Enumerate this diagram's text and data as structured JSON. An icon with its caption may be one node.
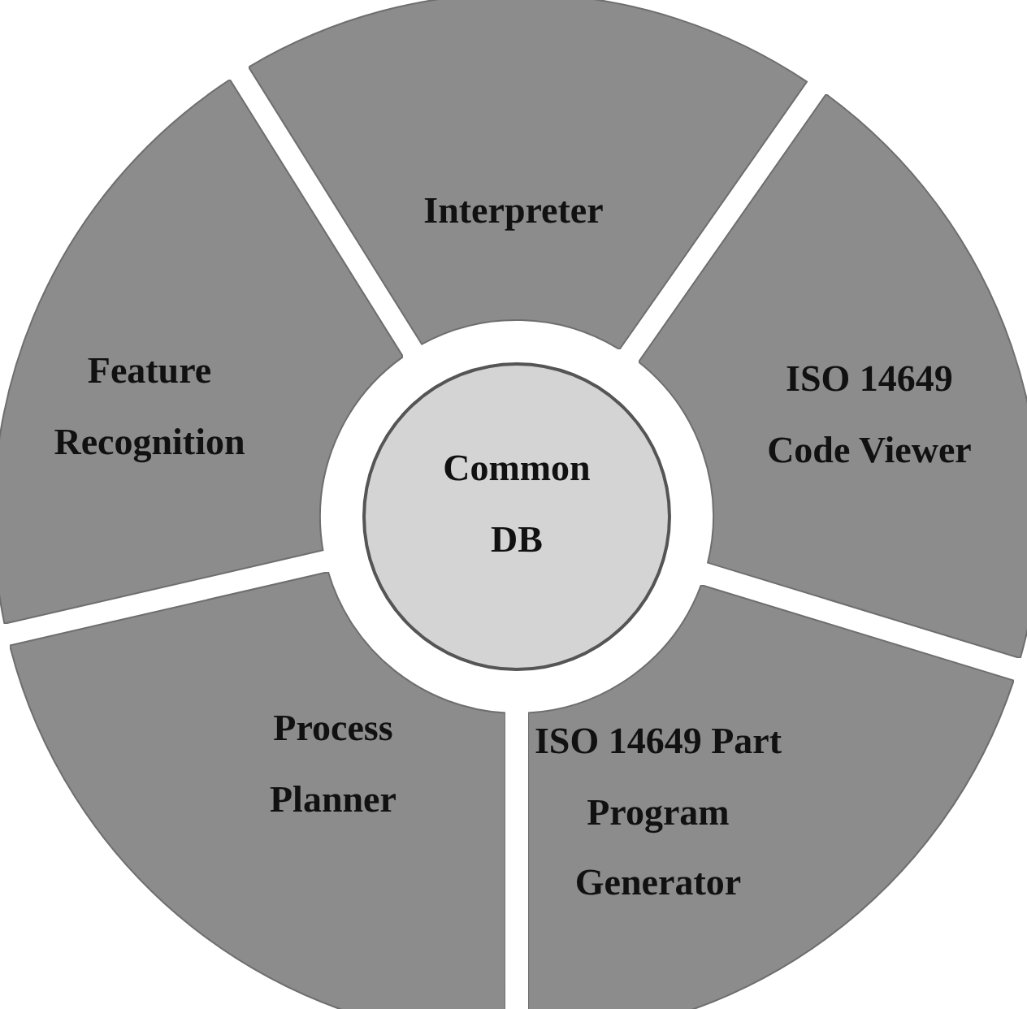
{
  "diagram": {
    "nodes": [
      {
        "text": [
          "Interpreter"
        ]
      },
      {
        "text": [
          "Feature Recognition"
        ]
      },
      {
        "text": [
          "ISO 14649 Code Viewer"
        ]
      },
      {
        "text": [
          "Common DB"
        ]
      },
      {
        "text": [
          "Process Planner"
        ]
      },
      {
        "text": [
          "ISO 14649 Part Program Generator"
        ]
      }
    ]
  }
}
